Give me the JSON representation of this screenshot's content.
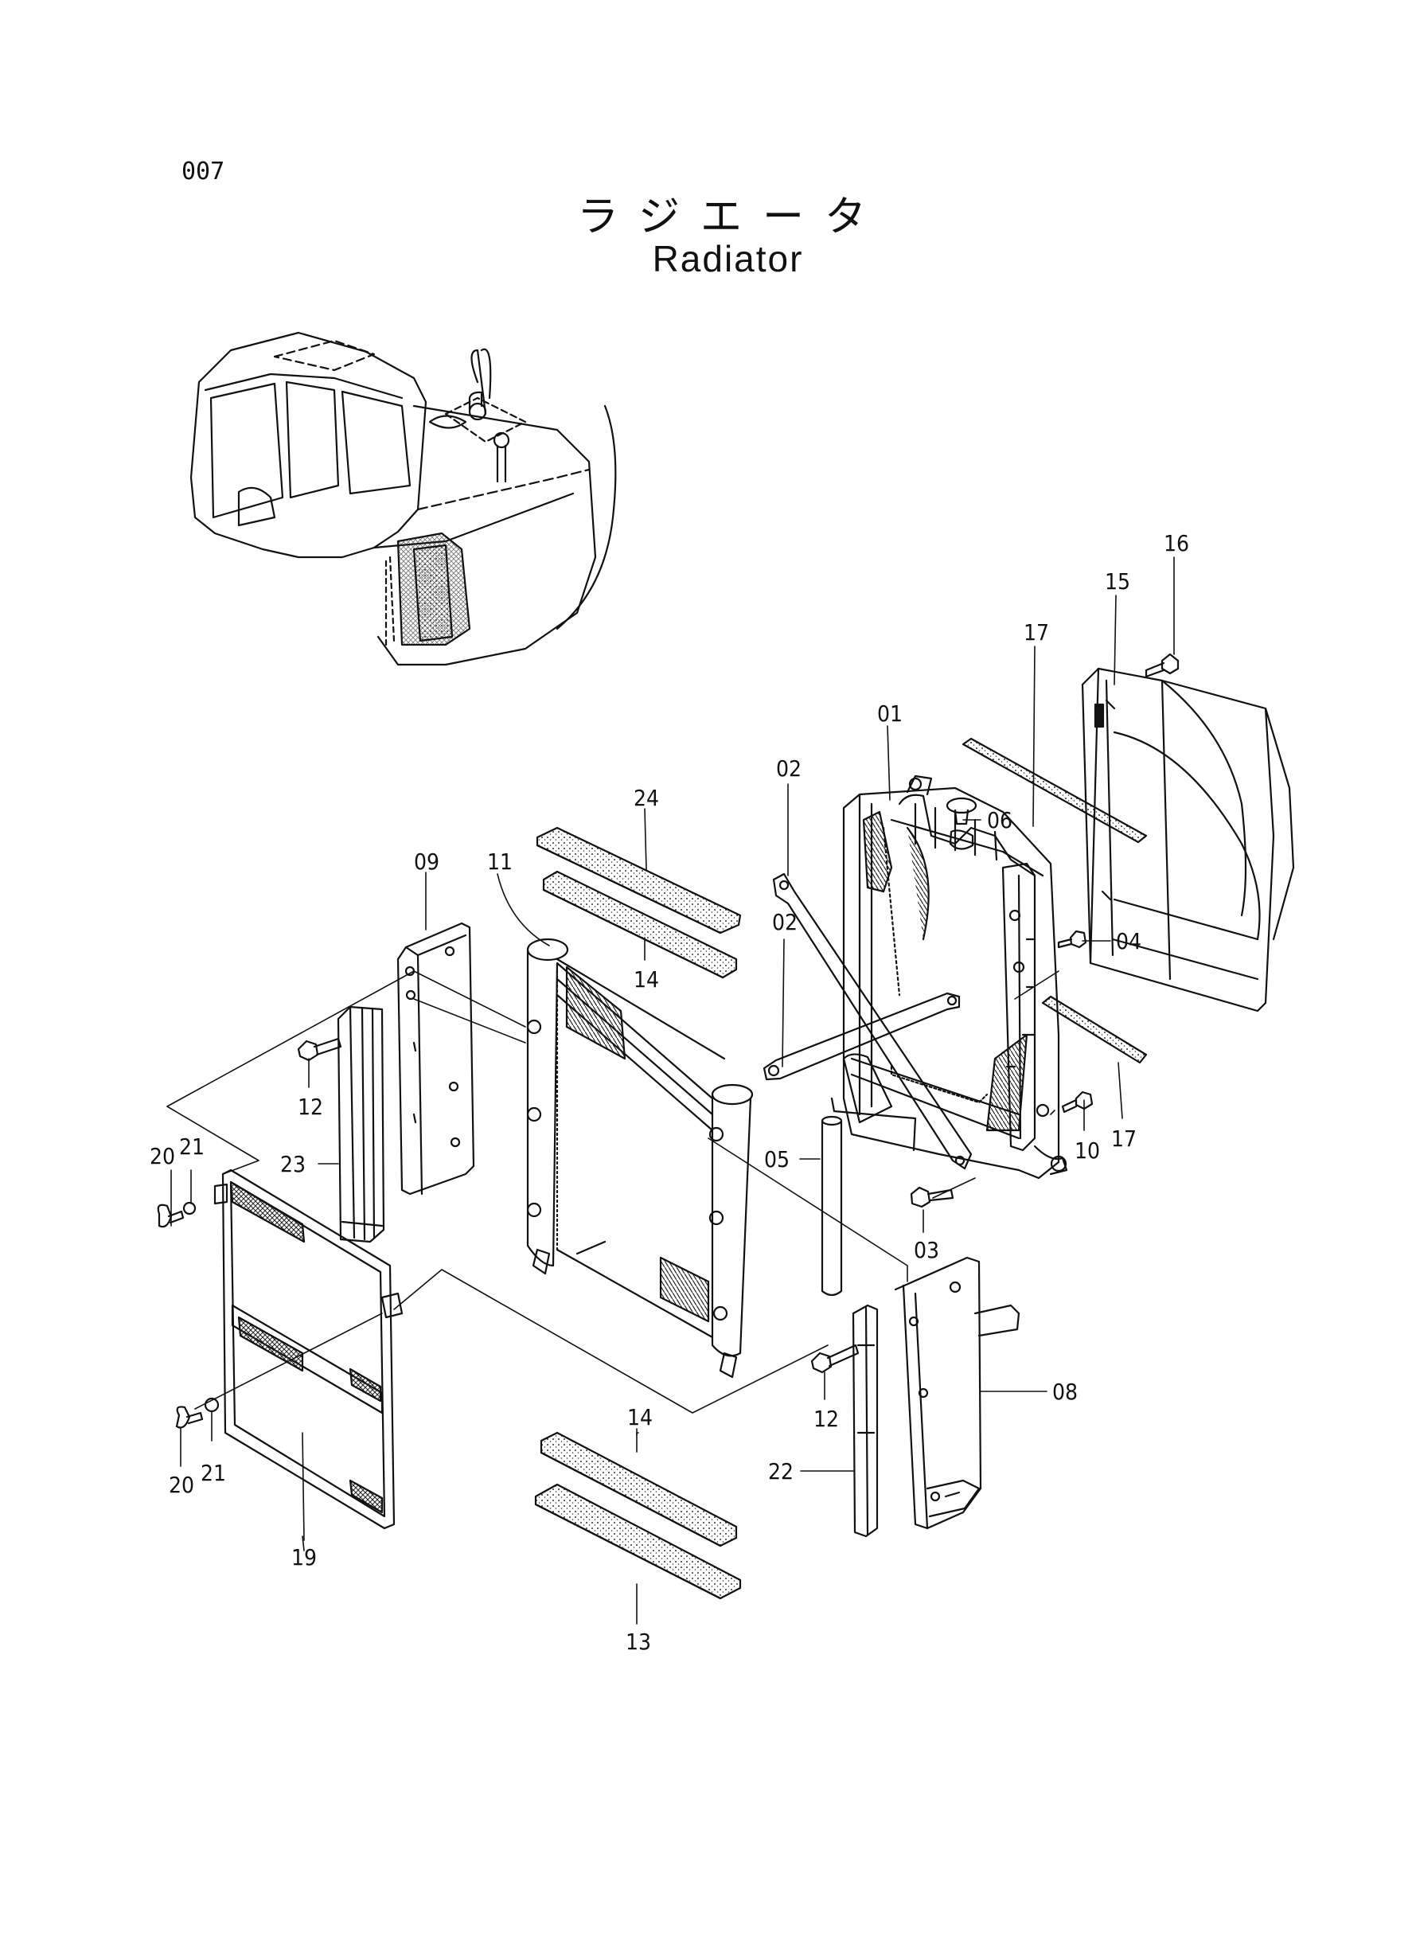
{
  "page_number": "007",
  "title_jp": "ラジエータ",
  "title_en": "Radiator",
  "callouts": [
    "01",
    "02",
    "02",
    "03",
    "04",
    "05",
    "06",
    "08",
    "09",
    "10",
    "11",
    "12",
    "12",
    "13",
    "14",
    "14",
    "15",
    "16",
    "17",
    "17",
    "19",
    "20",
    "20",
    "21",
    "21",
    "22",
    "23",
    "24"
  ]
}
